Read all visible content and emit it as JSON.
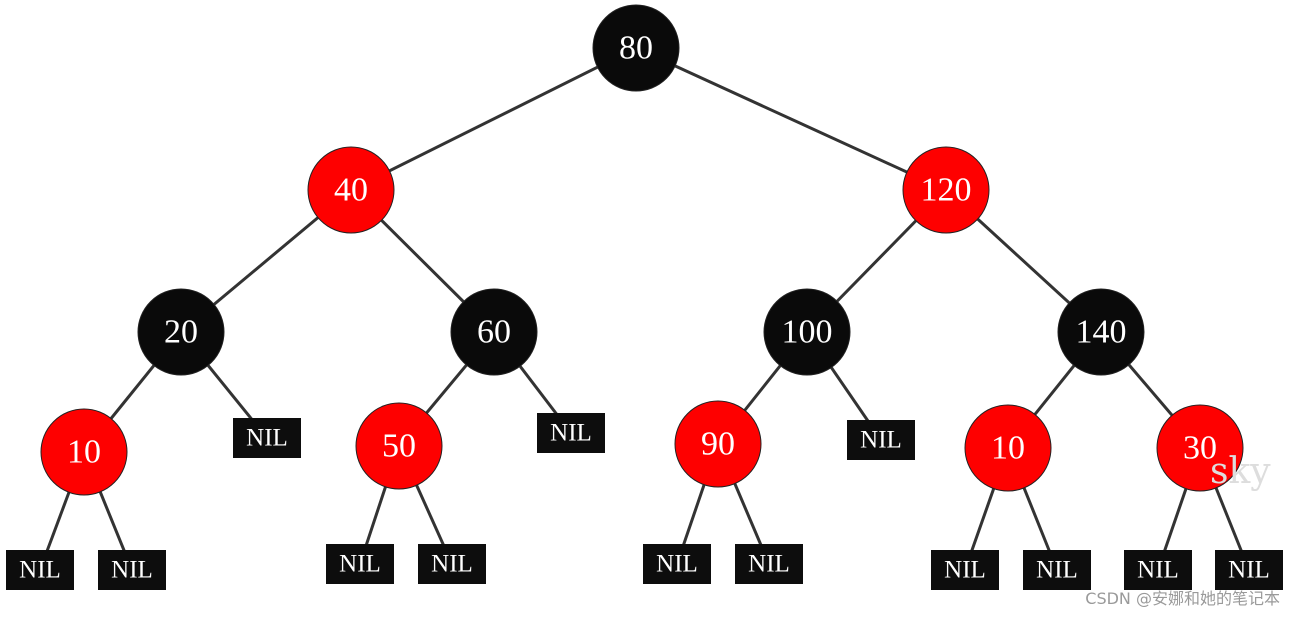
{
  "colors": {
    "black_node": "#0a0a0a",
    "red_node": "#fe0000",
    "nil_fill": "#0d0d0d",
    "text": "#ffffff",
    "edge": "#333333"
  },
  "nodes": [
    {
      "id": "n80",
      "label": "80",
      "color": "black"
    },
    {
      "id": "n40",
      "label": "40",
      "color": "red"
    },
    {
      "id": "n120",
      "label": "120",
      "color": "red"
    },
    {
      "id": "n20",
      "label": "20",
      "color": "black"
    },
    {
      "id": "n60",
      "label": "60",
      "color": "black"
    },
    {
      "id": "n100",
      "label": "100",
      "color": "black"
    },
    {
      "id": "n140",
      "label": "140",
      "color": "black"
    },
    {
      "id": "n10a",
      "label": "10",
      "color": "red"
    },
    {
      "id": "n50",
      "label": "50",
      "color": "red"
    },
    {
      "id": "n90",
      "label": "90",
      "color": "red"
    },
    {
      "id": "n10b",
      "label": "10",
      "color": "red"
    },
    {
      "id": "n30",
      "label": "30",
      "color": "red"
    }
  ],
  "nil_label": "NIL",
  "edges": [
    [
      "n80",
      "n40"
    ],
    [
      "n80",
      "n120"
    ],
    [
      "n40",
      "n20"
    ],
    [
      "n40",
      "n60"
    ],
    [
      "n120",
      "n100"
    ],
    [
      "n120",
      "n140"
    ],
    [
      "n20",
      "n10a"
    ],
    [
      "n20",
      "nil1"
    ],
    [
      "n60",
      "n50"
    ],
    [
      "n60",
      "nil2"
    ],
    [
      "n100",
      "n90"
    ],
    [
      "n100",
      "nil3"
    ],
    [
      "n140",
      "n10b"
    ],
    [
      "n140",
      "n30"
    ],
    [
      "n10a",
      "nil4"
    ],
    [
      "n10a",
      "nil5"
    ],
    [
      "n50",
      "nil6"
    ],
    [
      "n50",
      "nil7"
    ],
    [
      "n90",
      "nil8"
    ],
    [
      "n90",
      "nil9"
    ],
    [
      "n10b",
      "nil10"
    ],
    [
      "n10b",
      "nil11"
    ],
    [
      "n30",
      "nil12"
    ],
    [
      "n30",
      "nil13"
    ]
  ],
  "watermarks": {
    "corner": "sky",
    "footer": "CSDN @安娜和她的笔记本"
  }
}
